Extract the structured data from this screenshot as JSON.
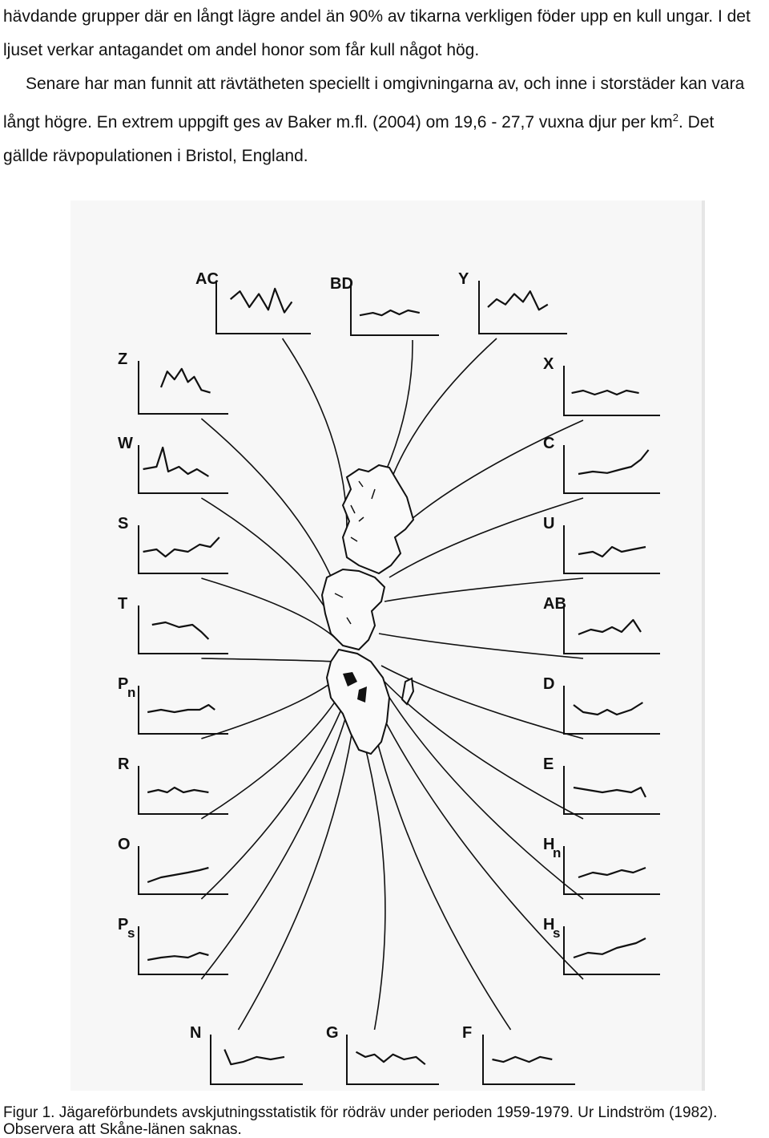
{
  "text": {
    "paragraph1": "hävdande grupper där en långt lägre andel än 90% av tikarna verkligen föder upp en kull ungar. I det ljuset verkar antagandet om andel honor som får kull något hög.",
    "paragraph2_part1": "Senare har man funnit att rävtätheten speciellt i omgivningarna av, och inne i storstäder kan vara långt högre. En extrem uppgift ges av Baker m.fl. (2004) om 19,6 - 27,7 vuxna djur per km",
    "paragraph2_sup": "2",
    "paragraph2_part2": ". Det gällde rävpopulationen i Bristol, England.",
    "caption": "Figur 1. Jägareförbundets avskjutningsstatistik för rödräv under perioden 1959-1979. Ur Lindström (1982). Observera att Skåne-länen saknas."
  },
  "figure": {
    "panels": [
      {
        "id": "AC",
        "label": "AC",
        "sub": ""
      },
      {
        "id": "BD",
        "label": "BD",
        "sub": ""
      },
      {
        "id": "Y",
        "label": "Y",
        "sub": ""
      },
      {
        "id": "Z",
        "label": "Z",
        "sub": ""
      },
      {
        "id": "X",
        "label": "X",
        "sub": ""
      },
      {
        "id": "W",
        "label": "W",
        "sub": ""
      },
      {
        "id": "C",
        "label": "C",
        "sub": ""
      },
      {
        "id": "S",
        "label": "S",
        "sub": ""
      },
      {
        "id": "U",
        "label": "U",
        "sub": ""
      },
      {
        "id": "T",
        "label": "T",
        "sub": ""
      },
      {
        "id": "AB",
        "label": "AB",
        "sub": ""
      },
      {
        "id": "Pn",
        "label": "P",
        "sub": "n"
      },
      {
        "id": "D",
        "label": "D",
        "sub": ""
      },
      {
        "id": "R",
        "label": "R",
        "sub": ""
      },
      {
        "id": "E",
        "label": "E",
        "sub": ""
      },
      {
        "id": "O",
        "label": "O",
        "sub": ""
      },
      {
        "id": "Hn",
        "label": "H",
        "sub": "n"
      },
      {
        "id": "Ps",
        "label": "P",
        "sub": "s"
      },
      {
        "id": "Hs",
        "label": "H",
        "sub": "s"
      },
      {
        "id": "N",
        "label": "N",
        "sub": ""
      },
      {
        "id": "G",
        "label": "G",
        "sub": ""
      },
      {
        "id": "F",
        "label": "F",
        "sub": ""
      }
    ]
  }
}
